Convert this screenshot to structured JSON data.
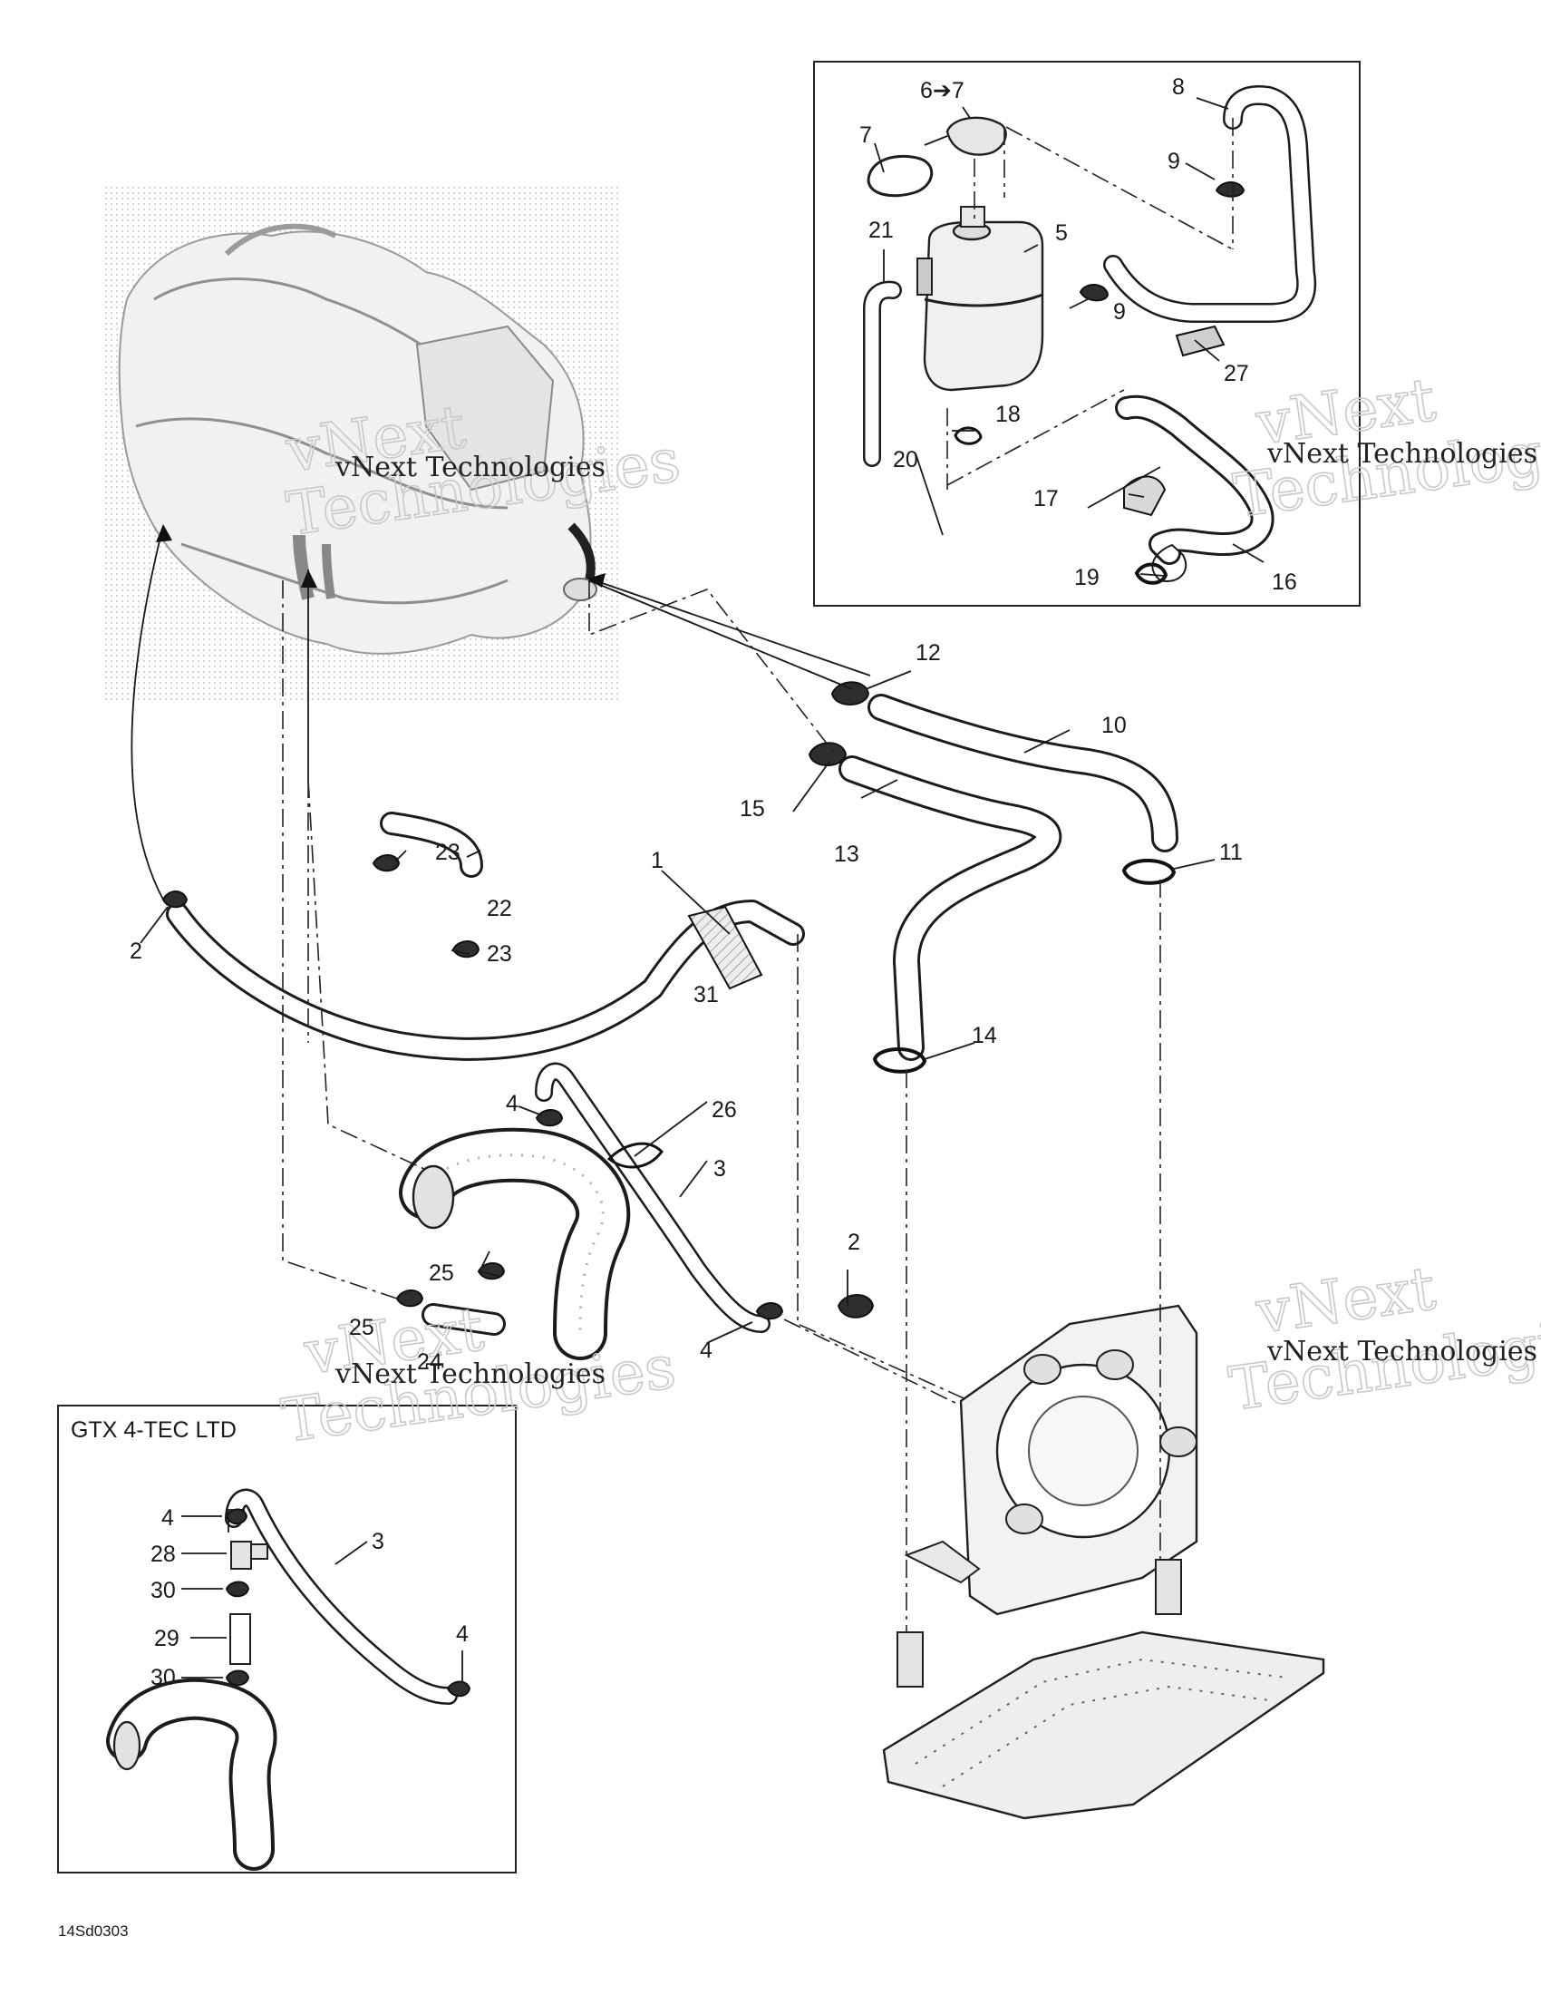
{
  "diagram": {
    "drawing_code": "14Sd0303",
    "watermark": {
      "line1": "vNext Technologies",
      "line2_a": "vNext",
      "line2_b": "Technologies"
    },
    "inset_title": "GTX 4-TEC LTD",
    "labels": {
      "1": "1",
      "2": "2",
      "3": "3",
      "4": "4",
      "5": "5",
      "6to7": "6➔7",
      "7": "7",
      "8": "8",
      "9": "9",
      "10": "10",
      "11": "11",
      "12": "12",
      "13": "13",
      "14": "14",
      "15": "15",
      "16": "16",
      "17": "17",
      "18": "18",
      "19": "19",
      "20": "20",
      "21": "21",
      "22": "22",
      "23": "23",
      "24": "24",
      "25": "25",
      "26": "26",
      "27": "27",
      "28": "28",
      "29": "29",
      "30": "30",
      "31": "31"
    }
  }
}
